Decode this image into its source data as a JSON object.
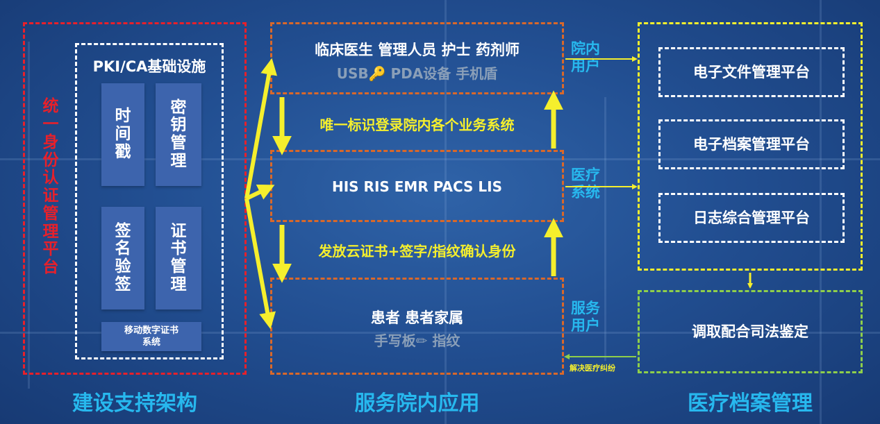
{
  "left": {
    "vertical_title": "统一身份认证管理平台",
    "pki_title": "PKI/CA基础设施",
    "tiles": [
      "时间戳",
      "密钥管理",
      "签名验签",
      "证书管理"
    ],
    "mobile_line1": "移动数字证书",
    "mobile_line2": "系统",
    "footer": "建设支持架构"
  },
  "middle": {
    "top_roles": "临床医生  管理人员  护士  药剂师",
    "top_devices": "USB🔑 PDA设备 手机盾",
    "upper_flow": "唯一标识登录院内各个业务系统",
    "systems": "HIS  RIS  EMR  PACS  LIS",
    "lower_flow": "发放云证书+签字/指纹确认身份",
    "bottom_roles": "患者  患者家属",
    "bottom_devices": "手写板✏ 指纹",
    "footer": "服务院内应用"
  },
  "connectors": {
    "label1_line1": "院内",
    "label1_line2": "用户",
    "label2_line1": "医疗",
    "label2_line2": "系统",
    "label3_line1": "服务",
    "label3_line2": "用户",
    "small_note": "解决医疗纠纷"
  },
  "right": {
    "platforms": [
      "电子文件管理平台",
      "电子档案管理平台",
      "日志综合管理平台"
    ],
    "judicial": "调取配合司法鉴定",
    "footer": "医疗档案管理"
  },
  "colors": {
    "background": "#224f92",
    "red_border": "#e8202a",
    "orange_border": "#d9682a",
    "yellow": "#f5ef2d",
    "green_border": "#8fcf4a",
    "cyan_text": "#27b8ee",
    "tile_fill": "#3d64ad"
  }
}
